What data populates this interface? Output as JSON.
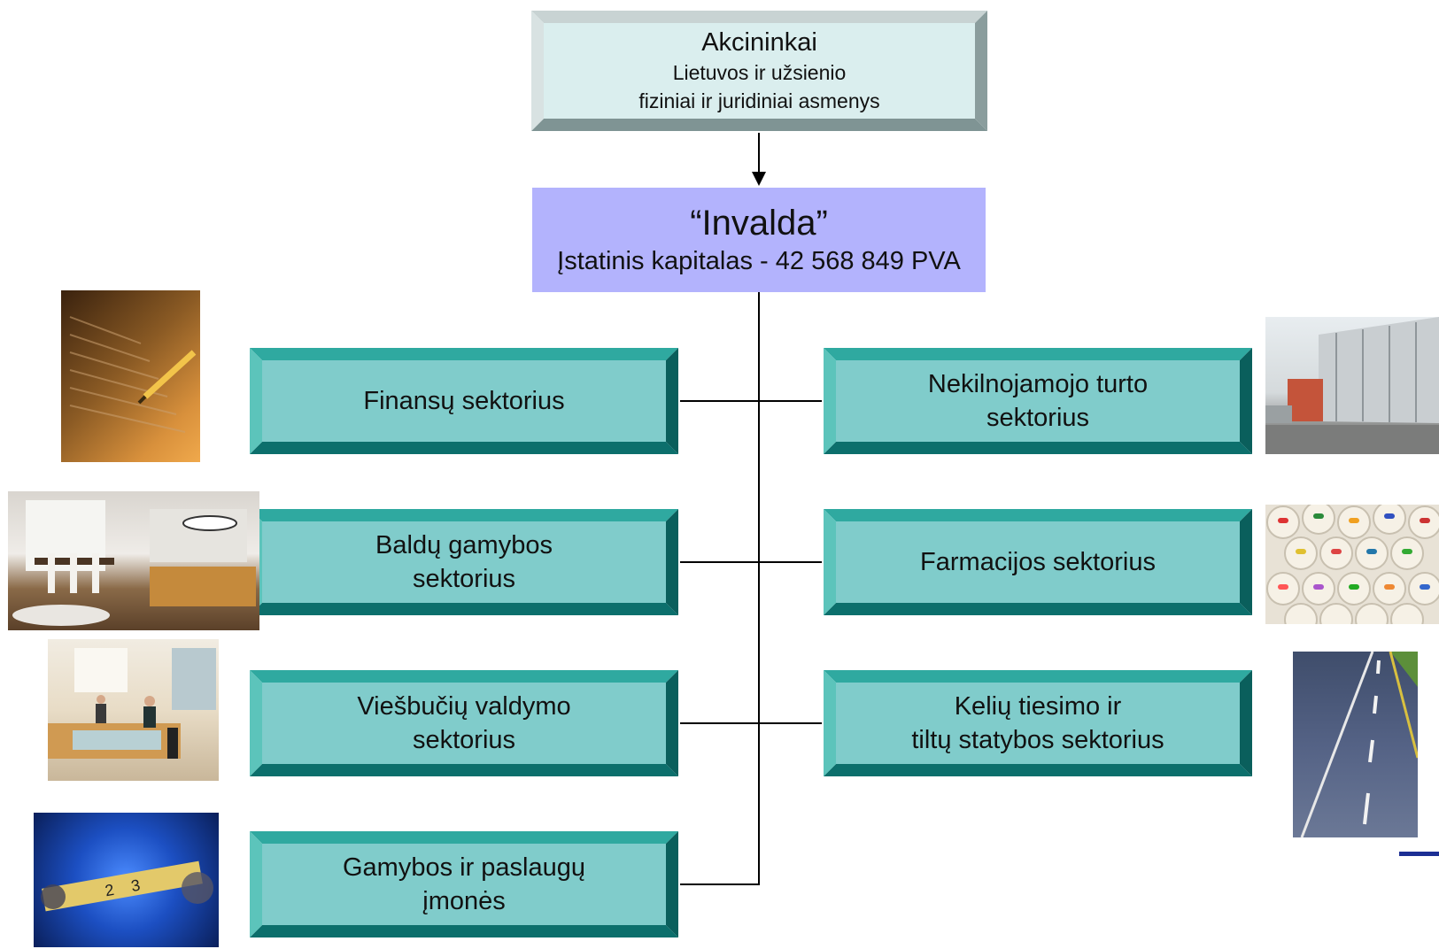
{
  "top_box": {
    "title": "Akcininkai",
    "line1": "Lietuvos ir užsienio",
    "line2": "fiziniai ir juridiniai asmenys"
  },
  "center_box": {
    "title": "“Invalda”",
    "subtitle": "Įstatinis kapitalas - 42 568 849 PVA"
  },
  "left_sectors": [
    {
      "line1": "Finansų sektorius",
      "line2": ""
    },
    {
      "line1": "Baldų gamybos",
      "line2": "sektorius"
    },
    {
      "line1": "Viešbučių valdymo",
      "line2": "sektorius"
    },
    {
      "line1": "Gamybos ir paslaugų",
      "line2": "įmonės"
    }
  ],
  "right_sectors": [
    {
      "line1": "Nekilnojamojo turto",
      "line2": "sektorius"
    },
    {
      "line1": "Farmacijos sektorius",
      "line2": ""
    },
    {
      "line1": "Kelių tiesimo ir",
      "line2": "tiltų statybos sektorius"
    }
  ],
  "colors": {
    "sector_face": "#80cccb",
    "sector_dark": "#0c6f6c",
    "center_box": "#b3b3fd",
    "top_box": "#daeeee",
    "connector": "#000000"
  },
  "photos": [
    "finance-photo",
    "furniture-photo",
    "hotel-photo",
    "measuring-tape-photo",
    "building-photo",
    "pills-photo",
    "road-photo"
  ]
}
